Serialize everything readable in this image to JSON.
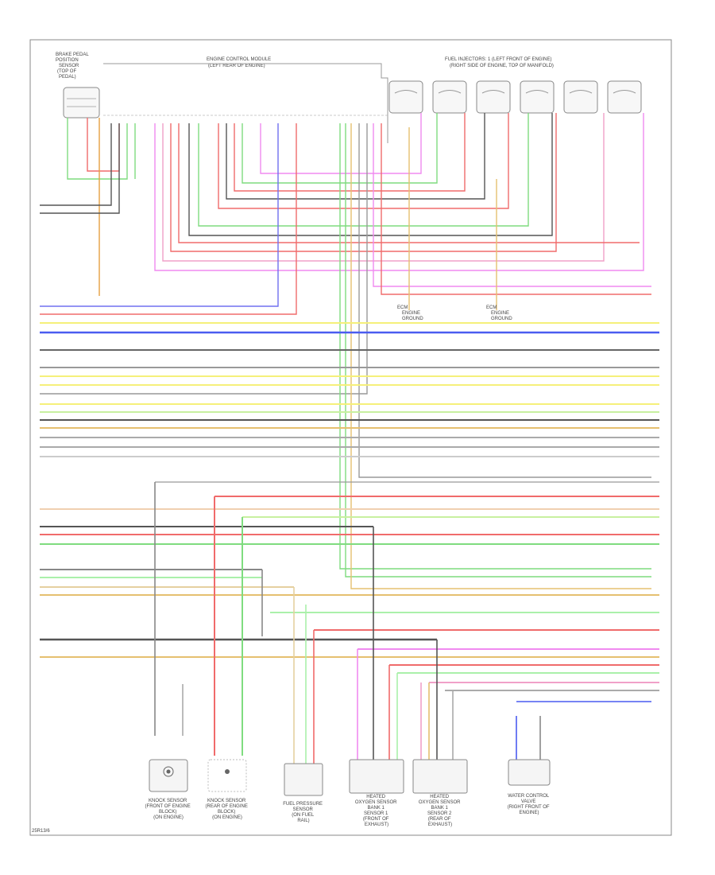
{
  "diagram": {
    "top_left_component": [
      "BRAKE PEDAL",
      "POSITION",
      "SENSOR",
      "(TOP OF",
      "PEDAL)"
    ],
    "ecm_title": [
      "ENGINE CONTROL MODULE",
      "(LEFT REAR OF ENGINE)"
    ],
    "injectors_title": [
      "FUEL INJECTORS: 1 (LEFT FRONT OF ENGINE)",
      "(RIGHT SIDE OF ENGINE, TOP OF MANIFOLD)"
    ],
    "ground_left": [
      "ECM",
      "ENGINE",
      "GROUND"
    ],
    "ground_right": [
      "ECM",
      "ENGINE",
      "GROUND"
    ],
    "bottom_components": [
      [
        "KNOCK SENSOR",
        "(FRONT OF ENGINE",
        "BLOCK)",
        "(ON ENGINE)"
      ],
      [
        "KNOCK SENSOR",
        "(REAR OF ENGINE",
        "BLOCK)",
        "(ON ENGINE)"
      ],
      [
        "FUEL PRESSURE",
        "SENSOR",
        "(ON FUEL",
        "RAIL)"
      ],
      [
        "HEATED",
        "OXYGEN SENSOR",
        "BANK 1",
        "SENSOR 1",
        "(FRONT OF",
        "EXHAUST)"
      ],
      [
        "HEATED",
        "OXYGEN SENSOR",
        "BANK 1",
        "SENSOR 2",
        "(REAR OF",
        "EXHAUST)"
      ],
      [
        "WATER CONTROL",
        "VALVE",
        "(RIGHT FRONT OF",
        "ENGINE)"
      ]
    ],
    "footer": "25R13/6"
  }
}
